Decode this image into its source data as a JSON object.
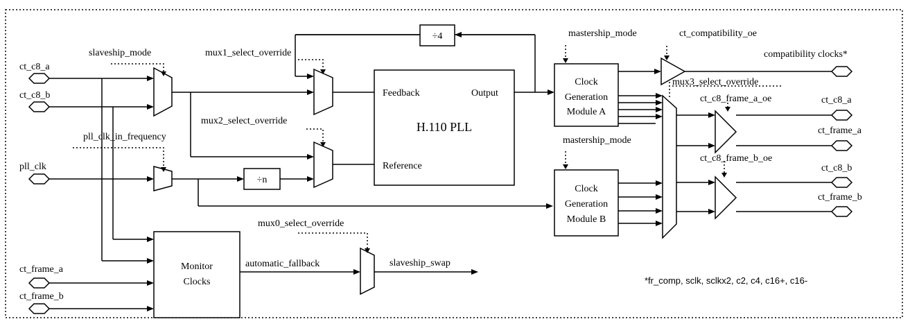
{
  "signals": {
    "slaveship_mode": "slaveship_mode",
    "mux1_select_override": "mux1_select_override",
    "mux2_select_override": "mux2_select_override",
    "mux0_select_override": "mux0_select_override",
    "mux3_select_override": "mux3_select_override",
    "pll_clk_in_frequency": "pll_clk_in_frequency",
    "mastership_mode_a": "mastership_mode",
    "mastership_mode_b": "mastership_mode",
    "ct_compatibility_oe": "ct_compatibility_oe",
    "ct_c8_frame_a_oe": "ct_c8_frame_a_oe",
    "ct_c8_frame_b_oe": "ct_c8_frame_b_oe",
    "automatic_fallback": "automatic_fallback",
    "slaveship_swap": "slaveship_swap"
  },
  "ports": {
    "in_ct_c8_a": "ct_c8_a",
    "in_ct_c8_b": "ct_c8_b",
    "in_pll_clk": "pll_clk",
    "in_ct_frame_a": "ct_frame_a",
    "in_ct_frame_b": "ct_frame_b",
    "out_compatibility": "compatibility clocks*",
    "out_ct_c8_a": "ct_c8_a",
    "out_ct_frame_a": "ct_frame_a",
    "out_ct_c8_b": "ct_c8_b",
    "out_ct_frame_b": "ct_frame_b"
  },
  "blocks": {
    "div4": "÷4",
    "divn": "÷n",
    "pll_title": "H.110 PLL",
    "pll_feedback": "Feedback",
    "pll_output": "Output",
    "pll_reference": "Reference",
    "cgm_a": [
      "Clock",
      "Generation",
      "Module A"
    ],
    "cgm_b": [
      "Clock",
      "Generation",
      "Module B"
    ],
    "monitor": [
      "Monitor",
      "Clocks"
    ]
  },
  "footnote": "*fr_comp, sclk, sclkx2, c2, c4, c16+, c16-"
}
